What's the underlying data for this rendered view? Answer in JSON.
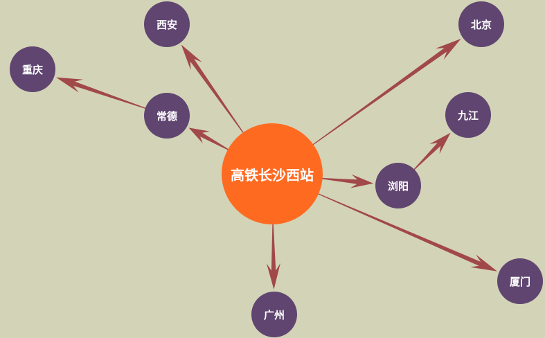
{
  "diagram": {
    "background": "#d3d3b7",
    "arrow_color": "#a14848",
    "hub": {
      "id": "hub",
      "label": "高铁长沙西站",
      "color": "#ff6a21"
    },
    "node_color": "#5f4570",
    "nodes": [
      {
        "id": "xian",
        "label": "西安"
      },
      {
        "id": "beijing",
        "label": "北京"
      },
      {
        "id": "chongqing",
        "label": "重庆"
      },
      {
        "id": "changde",
        "label": "常德"
      },
      {
        "id": "jiujiang",
        "label": "九江"
      },
      {
        "id": "liuyang",
        "label": "浏阳"
      },
      {
        "id": "xiamen",
        "label": "厦门"
      },
      {
        "id": "guangzhou",
        "label": "广州"
      }
    ],
    "edges": [
      {
        "from": "hub",
        "to": "xian"
      },
      {
        "from": "hub",
        "to": "beijing"
      },
      {
        "from": "hub",
        "to": "changde"
      },
      {
        "from": "changde",
        "to": "chongqing"
      },
      {
        "from": "hub",
        "to": "liuyang"
      },
      {
        "from": "liuyang",
        "to": "jiujiang"
      },
      {
        "from": "hub",
        "to": "xiamen"
      },
      {
        "from": "hub",
        "to": "guangzhou"
      }
    ]
  }
}
